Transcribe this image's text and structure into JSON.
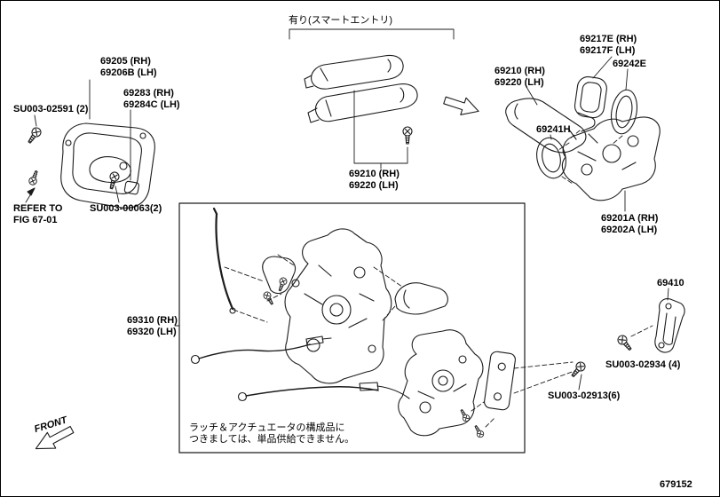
{
  "figure": {
    "id": "679152",
    "front_label": "FRONT",
    "smart_entry_label": "有り(スマートエントリ)",
    "note": "ラッチ＆アクチュエータの構成品に\nつきましては、単品供給できません。"
  },
  "labels": {
    "interior_handle": "69205 (RH)\n69206B (LH)",
    "interior_handle_cover": "69283 (RH)\n69284C (LH)",
    "screw_su003_02591": "SU003-02591 (2)",
    "refer_note": "REFER TO\nFIG 67-01",
    "screw_su003_00063": "SU003-00063(2)",
    "exterior_handle_smart": "69210 (RH)\n69220 (LH)",
    "exterior_handle": "69210 (RH)\n69220 (LH)",
    "handle_pad": "69217E (RH)\n69217F (LH)",
    "pad_69242e": "69242E",
    "gasket_69241h": "69241H",
    "frame_69201a": "69201A (RH)\n69202A (LH)",
    "lock_assembly": "69310 (RH)\n69320 (LH)",
    "striker_69410": "69410",
    "screw_su003_02934": "SU003-02934 (4)",
    "screw_su003_02913": "SU003-02913(6)"
  }
}
